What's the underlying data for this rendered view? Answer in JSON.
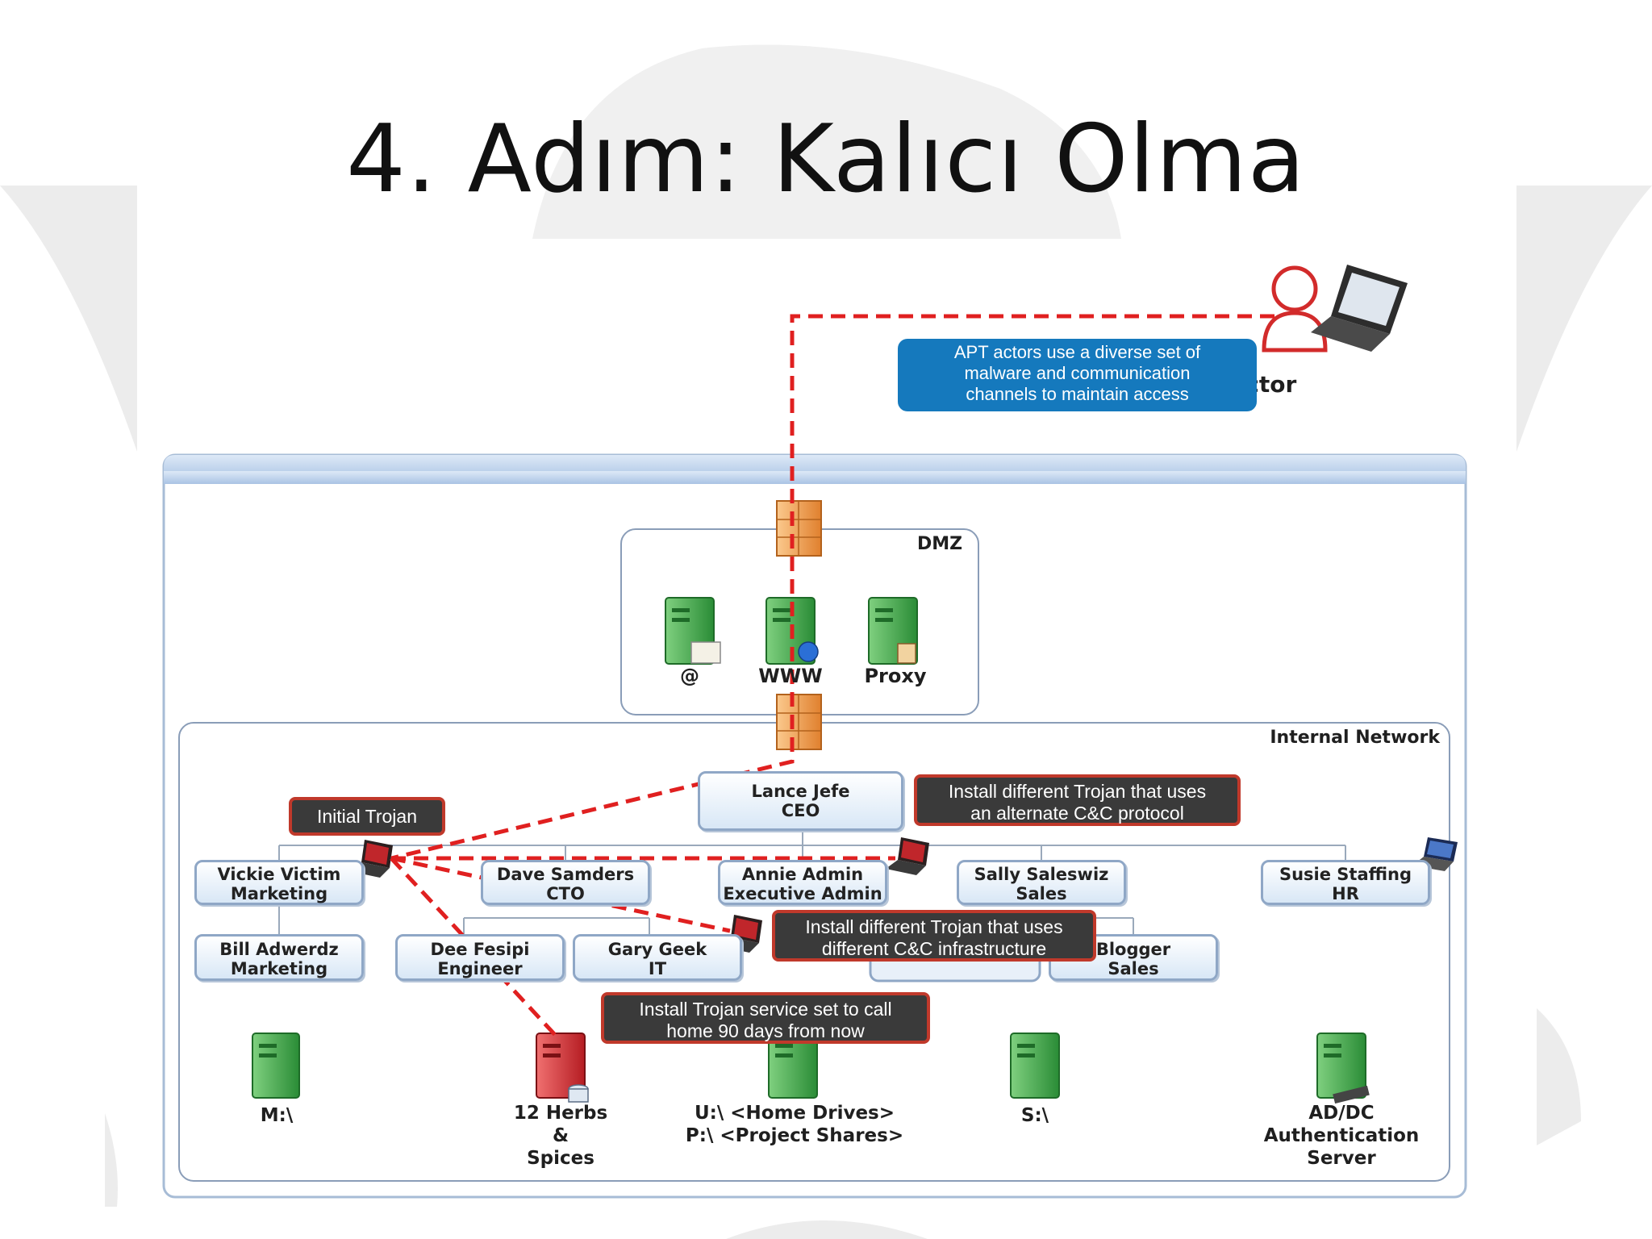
{
  "slide": {
    "title": "4. Adım: Kalıcı Olma"
  },
  "diagram": {
    "actor_label": "Actor",
    "actor_note": [
      "APT actors use a diverse set of",
      "malware and communication",
      "channels to maintain access"
    ],
    "dmz_label": "DMZ",
    "internal_label": "Internal Network",
    "dmz_servers": [
      "@",
      "WWW",
      "Proxy"
    ],
    "ceo": [
      "Lance Jefe",
      "CEO"
    ],
    "row1": [
      [
        "Vickie Victim",
        "Marketing"
      ],
      [
        "Dave Samders",
        "CTO"
      ],
      [
        "Annie Admin",
        "Executive Admin"
      ],
      [
        "Sally Saleswiz",
        "Sales"
      ],
      [
        "Susie Staffing",
        "HR"
      ]
    ],
    "row2": [
      [
        "Bill Adwerdz",
        "Marketing"
      ],
      [
        "Dee Fesipi",
        "Engineer"
      ],
      [
        "Gary Geek",
        "IT"
      ],
      [
        "",
        ""
      ],
      [
        "Blogger",
        "Sales"
      ]
    ],
    "callouts": {
      "initial_trojan": "Initial Trojan",
      "alt_protocol": [
        "Install different Trojan that uses",
        "an alternate C&C protocol"
      ],
      "alt_infra": [
        "Install different Trojan that uses",
        "different C&C infrastructure"
      ],
      "service": [
        "Install Trojan service set to call",
        "home 90 days from now"
      ]
    },
    "servers": {
      "m": "M:\\",
      "herbs": [
        "12 Herbs",
        "&",
        "Spices"
      ],
      "shares": [
        "U:\\ <Home Drives>",
        "P:\\ <Project Shares>"
      ],
      "s": "S:\\",
      "ad": [
        "AD/DC",
        "Authentication",
        "Server"
      ]
    },
    "colors": {
      "attack_line": "#e02020",
      "server_green": "#3fae49",
      "server_red": "#d9262c",
      "firewall": "#f0a050",
      "callout_blue": "#1579bd",
      "callout_dark": "#3a3a3a"
    }
  }
}
